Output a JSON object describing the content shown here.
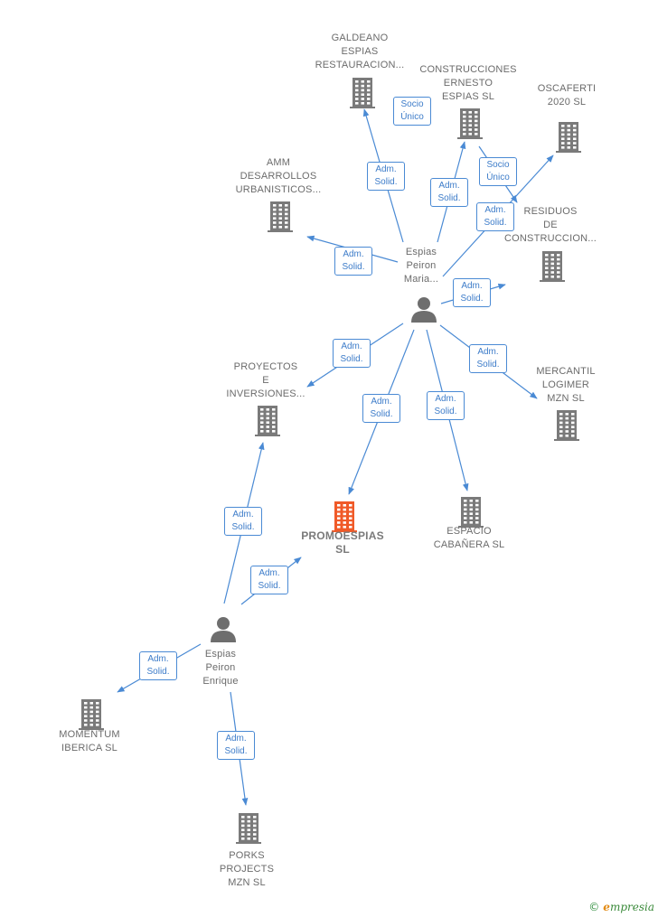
{
  "nodes": [
    {
      "id": "galdeano",
      "type": "company",
      "label": "GALDEANO\nESPIAS\nRESTAURACION..."
    },
    {
      "id": "construcciones",
      "type": "company",
      "label": "CONSTRUCCIONES\nERNESTO\nESPIAS  SL"
    },
    {
      "id": "oscaferti",
      "type": "company",
      "label": "OSCAFERTI\n2020  SL"
    },
    {
      "id": "amm",
      "type": "company",
      "label": "AMM\nDESARROLLOS\nURBANISTICOS..."
    },
    {
      "id": "residuos",
      "type": "company",
      "label": "RESIDUOS\nDE\nCONSTRUCCION..."
    },
    {
      "id": "maria",
      "type": "person",
      "label": "Espias\nPeiron\nMaria..."
    },
    {
      "id": "proyectos",
      "type": "company",
      "label": "PROYECTOS\nE\nINVERSIONES..."
    },
    {
      "id": "mercantil",
      "type": "company",
      "label": "MERCANTIL\nLOGIMER\nMZN  SL"
    },
    {
      "id": "promoespias",
      "type": "main",
      "label": "PROMOESPIAS\nSL"
    },
    {
      "id": "espacio",
      "type": "company",
      "label": "ESPACIO\nCABAÑERA  SL"
    },
    {
      "id": "enrique",
      "type": "person",
      "label": "Espias\nPeiron\nEnrique"
    },
    {
      "id": "momentum",
      "type": "company",
      "label": "MOMENTUM\nIBERICA  SL"
    },
    {
      "id": "porks",
      "type": "company",
      "label": "PORKS\nPROJECTS\nMZN SL"
    }
  ],
  "edges": [
    {
      "from": "maria",
      "to": "galdeano",
      "label": "Adm.\nSolid."
    },
    {
      "from": "maria",
      "to": "construcciones",
      "label": "Adm.\nSolid."
    },
    {
      "from": "maria",
      "to": "oscaferti",
      "label": "Adm.\nSolid."
    },
    {
      "from": "maria",
      "to": "amm",
      "label": "Adm.\nSolid."
    },
    {
      "from": "maria",
      "to": "residuos",
      "label": "Adm.\nSolid."
    },
    {
      "from": "maria",
      "to": "proyectos",
      "label": "Adm.\nSolid."
    },
    {
      "from": "maria",
      "to": "mercantil",
      "label": "Adm.\nSolid."
    },
    {
      "from": "maria",
      "to": "promoespias",
      "label": "Adm.\nSolid."
    },
    {
      "from": "maria",
      "to": "espacio",
      "label": "Adm.\nSolid."
    },
    {
      "from": "construcciones",
      "to": "galdeano",
      "label": "Socio\nÚnico"
    },
    {
      "from": "construcciones",
      "to": "residuos",
      "label": "Socio\nÚnico"
    },
    {
      "from": "enrique",
      "to": "proyectos",
      "label": "Adm.\nSolid."
    },
    {
      "from": "enrique",
      "to": "promoespias",
      "label": "Adm.\nSolid."
    },
    {
      "from": "enrique",
      "to": "momentum",
      "label": "Adm.\nSolid."
    },
    {
      "from": "enrique",
      "to": "porks",
      "label": "Adm.\nSolid."
    }
  ],
  "colors": {
    "edge": "#4a8ad4",
    "company_icon": "#7a7a7a",
    "main_icon": "#f05a28",
    "person_icon": "#6e6e6e"
  },
  "footer": {
    "copyright": "©",
    "brand_e": "e",
    "brand_rest": "mpresia"
  }
}
